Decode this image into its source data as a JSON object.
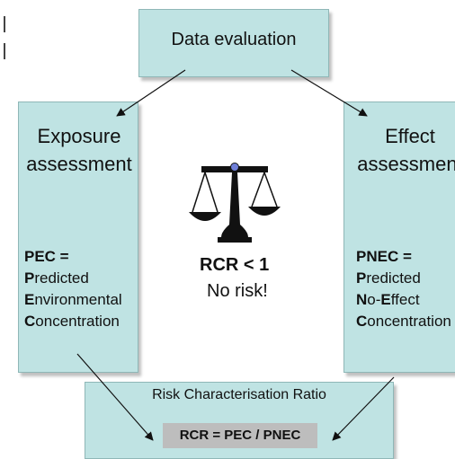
{
  "data_evaluation": {
    "title": "Data evaluation"
  },
  "exposure": {
    "heading_line1": "Exposure",
    "heading_line2": "assessment",
    "abbr": "PEC =",
    "lines": [
      {
        "initial": "P",
        "rest": "redicted"
      },
      {
        "initial": "E",
        "rest": "nvironmental"
      },
      {
        "initial": "C",
        "rest": "oncentration"
      }
    ]
  },
  "effect": {
    "heading_line1": "Effect",
    "heading_line2": "assessment",
    "abbr": "PNEC =",
    "lines": [
      {
        "initial": "P",
        "rest": "redicted"
      },
      {
        "initial": "N",
        "rest": "o-",
        "initial2": "E",
        "rest2": "ffect"
      },
      {
        "initial": "C",
        "rest": "oncentration"
      }
    ]
  },
  "center": {
    "icon": "scales-icon",
    "rcr_condition": "RCR < 1",
    "verdict": "No risk!"
  },
  "risk_characterisation": {
    "title": "Risk Characterisation Ratio",
    "formula": "RCR = PEC / PNEC"
  },
  "colors": {
    "box_fill": "#bfe3e3",
    "formula_fill": "#bdbdbd"
  }
}
